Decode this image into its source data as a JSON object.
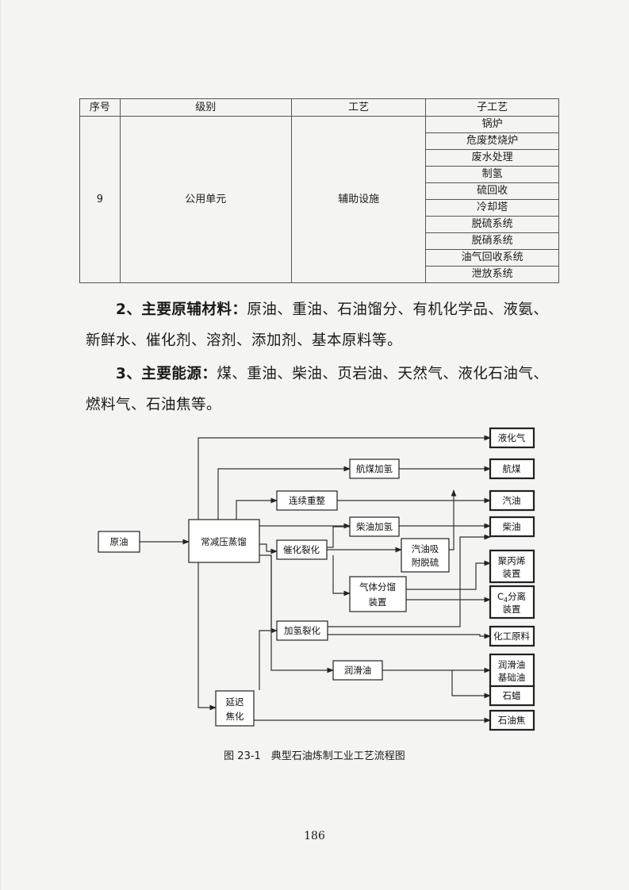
{
  "table": {
    "headers": [
      "序号",
      "级别",
      "工艺",
      "子工艺"
    ],
    "row": {
      "no": "9",
      "level": "公用单元",
      "process": "辅助设施",
      "subprocesses": [
        "锅炉",
        "危废焚烧炉",
        "废水处理",
        "制氢",
        "硫回收",
        "冷却塔",
        "脱硫系统",
        "脱硝系统",
        "油气回收系统",
        "泄放系统"
      ]
    }
  },
  "paragraphs": [
    {
      "lead": "2、主要原辅材料：",
      "text": "原油、重油、石油馏分、有机化学品、液氨、新鲜水、催化剂、溶剂、添加剂、基本原料等。"
    },
    {
      "lead": "3、主要能源：",
      "text": "煤、重油、柴油、页岩油、天然气、液化石油气、燃料气、石油焦等。"
    }
  ],
  "flow": {
    "crude": "原油",
    "distill": "常减压蒸馏",
    "jet_hydro": "航煤加氢",
    "reform": "连续重整",
    "diesel_hydro": "柴油加氢",
    "fcc": "催化裂化",
    "gasoline_desulf": [
      "汽油吸",
      "附脱硫"
    ],
    "gas_frac": [
      "气体分馏",
      "装置"
    ],
    "hydrocrack": "加氢裂化",
    "lube": "润滑油",
    "coking": [
      "延迟",
      "焦化"
    ],
    "outputs": {
      "lpg": "液化气",
      "jet": "航煤",
      "gasoline": "汽油",
      "diesel": "柴油",
      "pp": [
        "聚丙烯",
        "装置"
      ],
      "c4": [
        "C",
        "4",
        "分离",
        "装置"
      ],
      "chem": "化工原料",
      "lube_base": [
        "润滑油",
        "基础油"
      ],
      "wax": "石蜡",
      "coke": "石油焦"
    }
  },
  "caption": "图 23-1　典型石油炼制工业工艺流程图",
  "page_number": "186"
}
